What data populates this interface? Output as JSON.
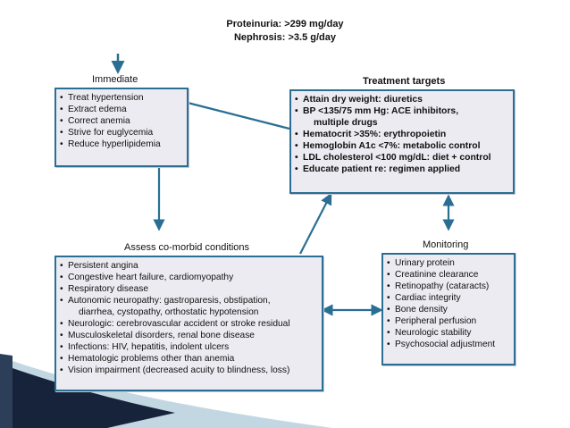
{
  "header": {
    "line1": "Proteinuria: >299 mg/day",
    "line2": "Nephrosis: >3.5 g/day"
  },
  "immediate": {
    "title": "Immediate",
    "items": [
      "Treat hypertension",
      "Extract edema",
      "Correct anemia",
      "Strive for euglycemia",
      "Reduce hyperlipidemia"
    ]
  },
  "targets": {
    "title": "Treatment targets",
    "items": [
      "Attain dry weight: diuretics",
      "BP <135/75 mm Hg: ACE inhibitors,",
      "Hematocrit >35%: erythropoietin",
      "Hemoglobin A1c <7%: metabolic control",
      "LDL cholesterol <100 mg/dL: diet + control",
      "Educate patient re: regimen applied"
    ],
    "item1_cont": "multiple drugs"
  },
  "comorbid": {
    "title": "Assess co-morbid conditions",
    "items": [
      "Persistent angina",
      "Congestive heart failure, cardiomyopathy",
      "Respiratory disease",
      "Autonomic neuropathy: gastroparesis, obstipation,",
      "Neurologic: cerebrovascular accident or stroke residual",
      "Musculoskeletal disorders, renal bone disease",
      "Infections: HIV, hepatitis, indolent ulcers",
      "Hematologic problems other than anemia",
      "Vision impairment (decreased acuity to blindness, loss)"
    ],
    "item3_cont": "diarrhea, cystopathy, orthostatic hypotension"
  },
  "monitoring": {
    "title": "Monitoring",
    "items": [
      "Urinary protein",
      "Creatinine clearance",
      "Retinopathy (cataracts)",
      "Cardiac integrity",
      "Bone density",
      "Peripheral perfusion",
      "Neurologic stability",
      "Psychosocial adjustment"
    ]
  },
  "colors": {
    "border": "#2a6f93",
    "box_fill": "#ecebf2",
    "accent": "#1f5273"
  }
}
